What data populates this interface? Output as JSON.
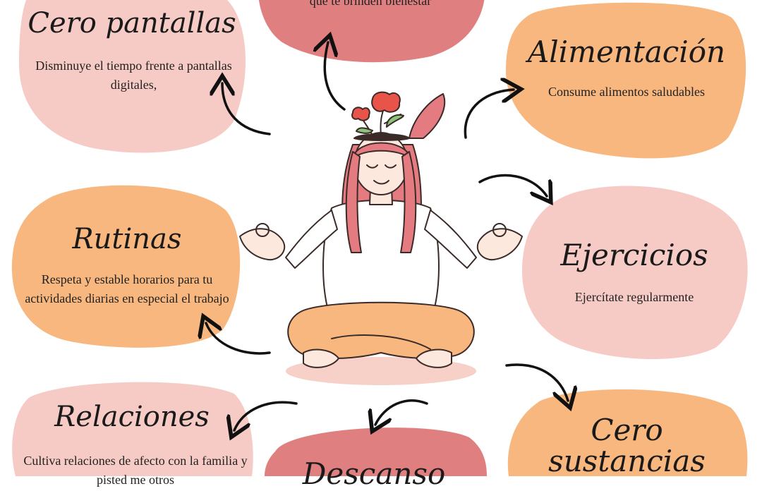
{
  "colors": {
    "pink": "#f7cbc5",
    "orange": "#f8b77e",
    "rose": "#e07f7f",
    "arrow": "#111111"
  },
  "items": {
    "top_center": {
      "text": "que te brinden bienestar"
    },
    "cero_pantallas": {
      "title": "Cero pantallas",
      "text": "Disminuye el tiempo frente a pantallas digitales,"
    },
    "alimentacion": {
      "title": "Alimentación",
      "text": "Consume alimentos saludables"
    },
    "rutinas": {
      "title": "Rutinas",
      "text": "Respeta y estable horarios para tu actividades diarias en especial el trabajo"
    },
    "ejercicios": {
      "title": "Ejercicios",
      "text": "Ejercítate regularmente"
    },
    "relaciones": {
      "title": "Relaciones",
      "text": "Cultiva relaciones de afecto con la familia y pisted me otros"
    },
    "descanso": {
      "title": "Descanso"
    },
    "cero_sustancias": {
      "title": "Cero sustancias"
    }
  }
}
